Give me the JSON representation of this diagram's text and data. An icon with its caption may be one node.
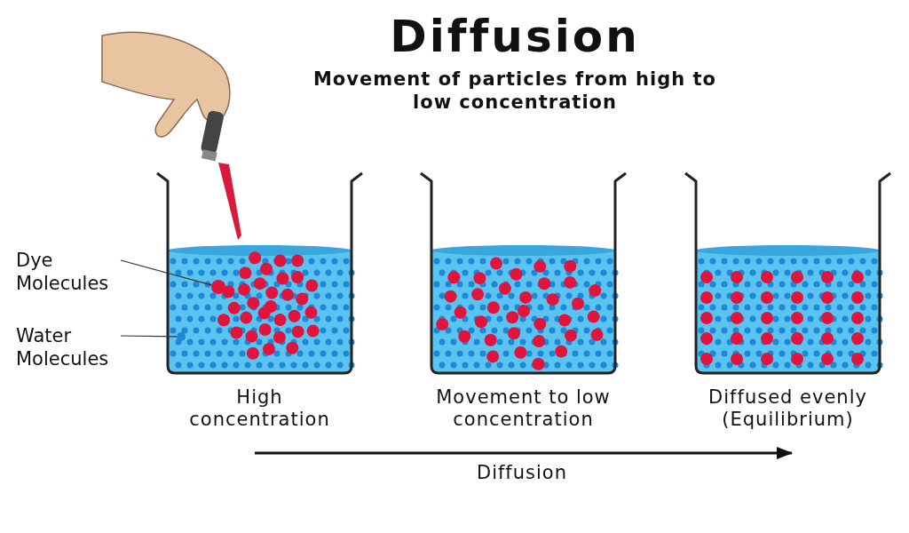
{
  "diagram": {
    "title": "Diffusion",
    "nodes": [
      {
        "text": [
          "Dye Molecules"
        ]
      },
      {
        "text": [
          "Water Molecules"
        ]
      },
      {
        "text": [],
        "shape": "picture",
        "beside": [
          "High concentration"
        ]
      },
      {
        "text": [],
        "shape": "circle",
        "in": 2
      },
      {
        "text": [],
        "shape": "circle",
        "in": 2
      },
      {
        "text": [],
        "shape": "picture",
        "beside": [
          "Movement to low concentration"
        ]
      },
      {
        "text": [],
        "shape": "picture",
        "beside": [
          "Diffused evenly (Equilibrium)"
        ]
      }
    ],
    "edges": [
      {
        "from": 0,
        "to": 3,
        "arrow": "none"
      },
      {
        "from": 1,
        "to": 4,
        "arrow": "none"
      }
    ],
    "labels": [
      "Movement of particles from high to low concentration",
      "Diffusion"
    ]
  }
}
